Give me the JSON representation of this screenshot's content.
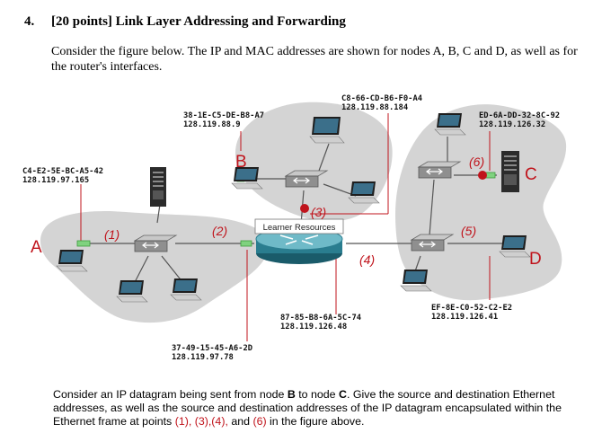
{
  "question": {
    "number": "4.",
    "title": "[20 points] Link Layer Addressing and Forwarding",
    "intro": "Consider the figure below. The IP and MAC addresses are shown for nodes A, B, C and D, as well as for the router's interfaces."
  },
  "figure": {
    "nodes": {
      "A": {
        "label": "A",
        "mac": "C4-E2-5E-BC-A5-42",
        "ip": "128.119.97.165"
      },
      "B": {
        "label": "B",
        "mac": "38-1E-C5-DE-B8-A7",
        "ip": "128.119.88.9"
      },
      "C": {
        "label": "C",
        "mac": "ED-6A-DD-32-8C-92",
        "ip": "128.119.126.32"
      },
      "D": {
        "label": "D",
        "mac": "EF-8E-C0-52-C2-E2",
        "ip": "128.119.126.41"
      }
    },
    "router_interfaces": {
      "top": {
        "mac": "C8-66-CD-B6-F0-A4",
        "ip": "128.119.88.184"
      },
      "bottom_right": {
        "mac": "87-85-B8-6A-5C-74",
        "ip": "128.119.126.48"
      },
      "bottom_left": {
        "mac": "37-49-15-45-A6-2D",
        "ip": "128.119.97.78"
      }
    },
    "points": {
      "p1": "(1)",
      "p2": "(2)",
      "p3": "(3)",
      "p4": "(4)",
      "p5": "(5)",
      "p6": "(6)"
    },
    "watermark": "Learner Resources"
  },
  "prompt": {
    "before": "Consider an IP datagram being sent from node ",
    "node_b": "B",
    "middle1": " to node ",
    "node_c": "C",
    "middle2": ". Give the source and destination Ethernet addresses, as well as the source and destination addresses of the IP datagram encapsulated within the Ethernet frame at points ",
    "pts": "(1), (3),(4),",
    "and": " and ",
    "pt6": "(6)",
    "after": " in the figure above."
  },
  "colors": {
    "label_red": "#c0141c",
    "subnet_gray": "#d4d4d4",
    "link_green": "#7fd27f"
  }
}
